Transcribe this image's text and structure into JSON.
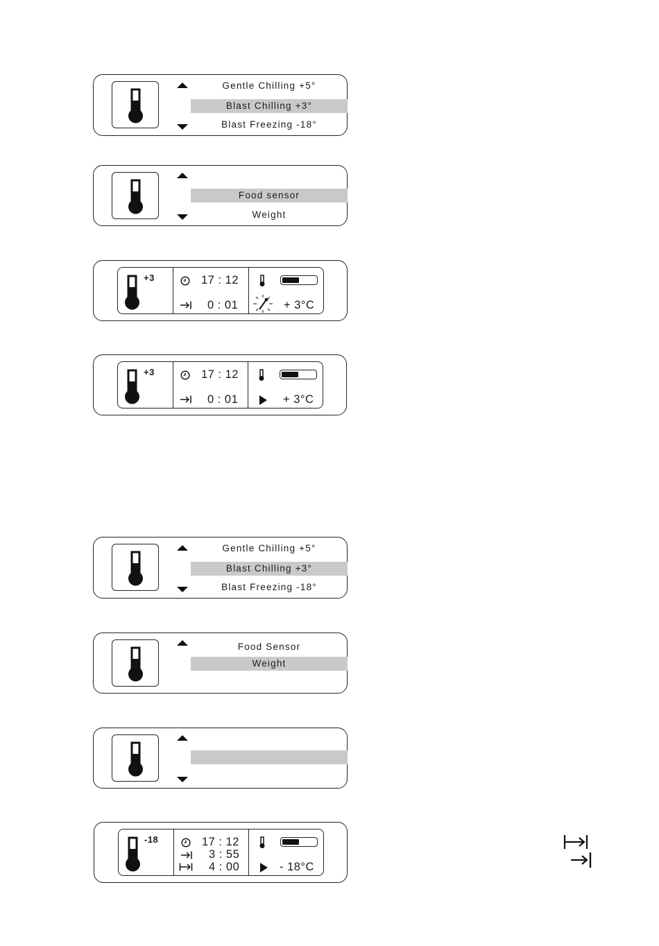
{
  "screens": {
    "menu1": {
      "items": [
        "Gentle Chilling +5°",
        "Blast Chilling +3°",
        "Blast Freezing -18°"
      ],
      "selected_index": 1
    },
    "menu2": {
      "items": [
        "Food sensor",
        "Weight"
      ],
      "selected_index": 0
    },
    "status1": {
      "setpoint": "+3",
      "clock": "17 : 12",
      "elapsed": "0 : 01",
      "temperature": "+ 3°C",
      "battery_level": 0.5,
      "mode_icon": "probe-flashing-icon"
    },
    "status2": {
      "setpoint": "+3",
      "clock": "17 : 12",
      "elapsed": "0 : 01",
      "temperature": "+ 3°C",
      "battery_level": 0.5,
      "mode_icon": "play-icon"
    },
    "menu3": {
      "items": [
        "Gentle Chilling +5°",
        "Blast Chilling +3°",
        "Blast Freezing -18°"
      ],
      "selected_index": 1
    },
    "menu4": {
      "items": [
        "Food Sensor",
        "Weight"
      ],
      "selected_index": 1
    },
    "menu5": {
      "items": [],
      "selected_index": 0
    },
    "status3": {
      "setpoint": "-18",
      "clock": "17 : 12",
      "elapsed": "3 : 55",
      "total": "4 : 00",
      "temperature": "- 18°C",
      "battery_level": 0.5,
      "mode_icon": "play-icon"
    }
  },
  "legend_icons": [
    "duration-icon",
    "elapsed-time-icon"
  ],
  "colors": {
    "highlight": "#c9c9c9",
    "ink": "#1a1a1a"
  }
}
